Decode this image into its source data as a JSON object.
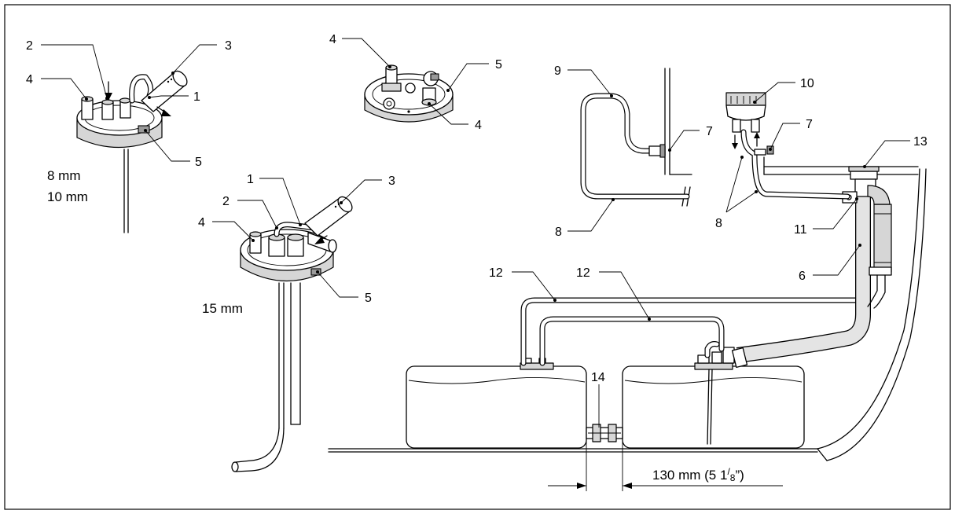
{
  "labels": {
    "l1": "1",
    "l2": "2",
    "l3": "3",
    "l4": "4",
    "l5": "5",
    "l6": "6",
    "l7": "7",
    "l8": "8",
    "l9": "9",
    "l10": "10",
    "l11": "11",
    "l12": "12",
    "l13": "13",
    "l14": "14"
  },
  "measurements": {
    "m8": "8 mm",
    "m10": "10 mm",
    "m15": "15 mm",
    "dim_main": "130 mm (5 1",
    "dim_sup": "/",
    "dim_sub": "8",
    "dim_end": "”)"
  }
}
